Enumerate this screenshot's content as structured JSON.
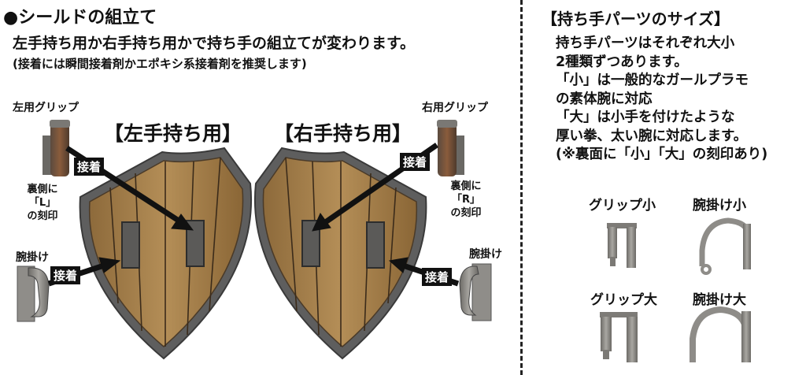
{
  "title": "●シールドの組立て",
  "description": "左手持ち用か右手持ち用かで持ち手の組立てが変わります。",
  "note": "(接着には瞬間接着剤かエポキシ系接着剤を推奨します)",
  "left_shield": {
    "heading": "【左手持ち用】",
    "grip_label": "左用グリップ",
    "arm_label": "腕掛け",
    "glue_label_top": "接着",
    "glue_label_bottom": "接着",
    "back_mark_lines": [
      "裏側に",
      "「L」",
      "の刻印"
    ]
  },
  "right_shield": {
    "heading": "【右手持ち用】",
    "grip_label": "右用グリップ",
    "arm_label": "腕掛け",
    "glue_label_top": "接着",
    "glue_label_bottom": "接着",
    "back_mark_lines": [
      "裏側に",
      "「R」",
      "の刻印"
    ]
  },
  "sizes": {
    "heading": "【持ち手パーツのサイズ】",
    "text": "持ち手パーツはそれぞれ大小\n2種類ずつあります。\n「小」は一般的なガールプラモ\nの素体腕に対応\n「大」は小手を付けたような\n厚い拳、太い腕に対応します。\n(※裏面に「小」「大」の刻印あり)",
    "parts": [
      "グリップ小",
      "腕掛け小",
      "グリップ大",
      "腕掛け大"
    ]
  },
  "colors": {
    "wood": "#a27c47",
    "metal": "#6e6e6e",
    "part_gray": "#8c8a85",
    "arrow": "#111111"
  }
}
